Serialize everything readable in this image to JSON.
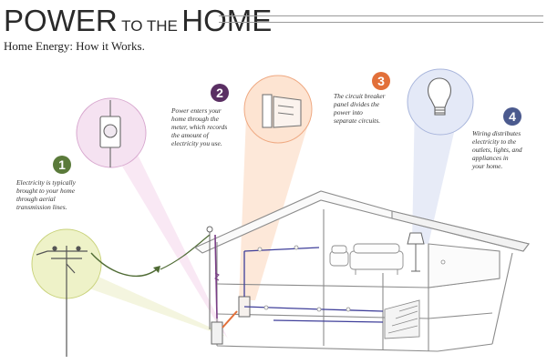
{
  "header": {
    "title_part1": "POWER",
    "title_part2": "TO THE",
    "title_part3": "HOME",
    "subtitle": "Home Energy: How it Works."
  },
  "steps": [
    {
      "number": "1",
      "color": "#5a7a3a",
      "text": [
        "Electricity is typically",
        "brought to your home",
        "through aerial",
        "transmission lines."
      ]
    },
    {
      "number": "2",
      "color": "#5a2f63",
      "text": [
        "Power enters your",
        "home through the",
        "meter, which records",
        "the amount of",
        "electricity you use."
      ]
    },
    {
      "number": "3",
      "color": "#e2703a",
      "text": [
        "The circuit breaker",
        "panel divides the",
        "power into",
        "separate circuits."
      ]
    },
    {
      "number": "4",
      "color": "#4b5a8e",
      "text": [
        "Wiring distributes",
        "electricity to the",
        "outlets, lights, and",
        "appliances in",
        "your home."
      ]
    }
  ],
  "icons": {
    "pole": "utility-pole-icon",
    "meter": "electric-meter-icon",
    "panel": "breaker-panel-icon",
    "bulb": "light-bulb-icon"
  },
  "colors": {
    "green_zoom": "#f0f2cf",
    "pink_zoom": "#f6e6f3",
    "orange_zoom": "#fde7d6",
    "blue_zoom": "#e6ebf8",
    "wire_blue": "#3f3f9a",
    "wire_purple": "#7a3e86",
    "house_line": "#8c8c8c"
  }
}
